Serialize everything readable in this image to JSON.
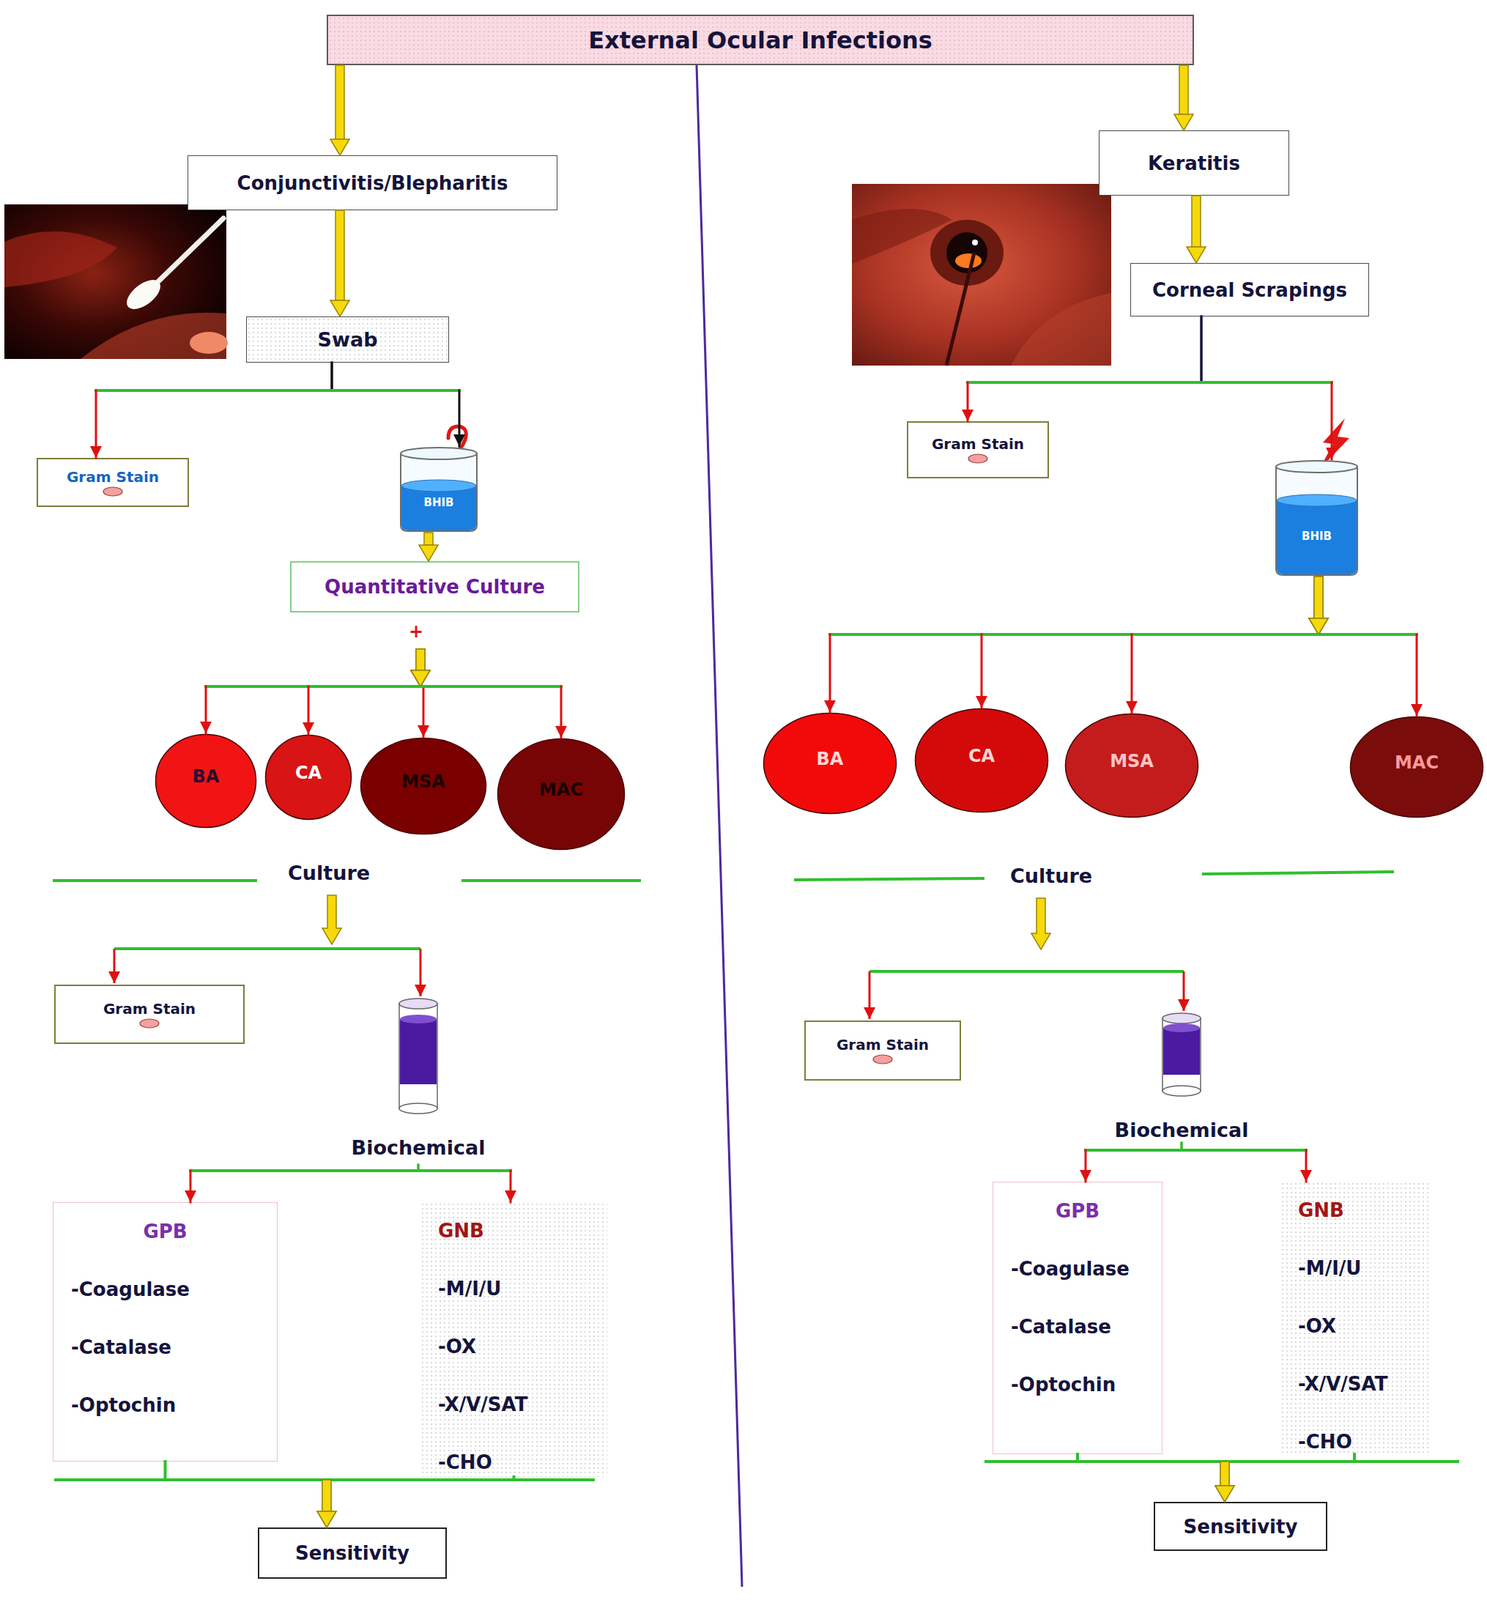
{
  "diagram": {
    "nodes": [
      {
        "text": [
          "External Ocular Infections"
        ]
      },
      {
        "text": [
          "Conjunctivitis/Blepharitis"
        ]
      },
      {
        "text": [
          "Keratitis"
        ]
      },
      {
        "text": [
          "Swab"
        ]
      },
      {
        "text": [
          "Corneal Scrapings"
        ]
      },
      {
        "text": [
          "Gram Stain"
        ]
      },
      {
        "text": [
          "BHIB"
        ]
      },
      {
        "text": [
          "Gram Stain"
        ]
      },
      {
        "text": [
          "BHIB"
        ]
      },
      {
        "text": [
          "Quantitative Culture"
        ]
      },
      {
        "text": [
          "BA"
        ]
      },
      {
        "text": [
          "CA"
        ]
      },
      {
        "text": [
          "MSA"
        ]
      },
      {
        "text": [
          "MAC"
        ]
      },
      {
        "text": [
          "BA"
        ]
      },
      {
        "text": [
          "CA"
        ]
      },
      {
        "text": [
          "MSA"
        ]
      },
      {
        "text": [
          "MAC"
        ]
      },
      {
        "text": [
          "Gram Stain"
        ]
      },
      {
        "text": [
          "Biochemical"
        ]
      },
      {
        "text": [
          "GPB",
          "-Coagulase",
          "-Catalase",
          "-Optochin"
        ]
      },
      {
        "text": [
          "GNB",
          "-M/I/U",
          "-OX",
          "-X/V/SAT",
          "-CHO"
        ]
      },
      {
        "text": [
          "Sensitivity"
        ]
      },
      {
        "text": [
          "Gram Stain"
        ]
      },
      {
        "text": [
          "Biochemical"
        ]
      },
      {
        "text": [
          "GPB",
          "-Coagulase",
          "-Catalase",
          "-Optochin"
        ]
      },
      {
        "text": [
          "GNB",
          "-M/I/U",
          "-OX",
          "-X/V/SAT",
          "-CHO"
        ]
      },
      {
        "text": [
          "Sensitivity"
        ]
      }
    ],
    "edges": [
      {
        "from": 0,
        "to": 1,
        "arrow": "to"
      },
      {
        "from": 0,
        "to": 2,
        "arrow": "to"
      },
      {
        "from": 1,
        "to": 3,
        "arrow": "to"
      },
      {
        "from": 2,
        "to": 4,
        "arrow": "to"
      },
      {
        "from": 3,
        "to": 5,
        "arrow": "to"
      },
      {
        "from": 3,
        "to": 6,
        "arrow": "to"
      },
      {
        "from": 4,
        "to": 7,
        "arrow": "to"
      },
      {
        "from": 4,
        "to": 8,
        "arrow": "to"
      },
      {
        "from": 6,
        "to": 9,
        "arrow": "to"
      },
      {
        "from": 9,
        "to": 10,
        "arrow": "to"
      },
      {
        "from": 9,
        "to": 11,
        "arrow": "to"
      },
      {
        "from": 9,
        "to": 12,
        "arrow": "to"
      },
      {
        "from": 9,
        "to": 13,
        "arrow": "to"
      },
      {
        "from": 8,
        "to": 14,
        "arrow": "to"
      },
      {
        "from": 8,
        "to": 15,
        "arrow": "to"
      },
      {
        "from": 8,
        "to": 16,
        "arrow": "to"
      },
      {
        "from": 8,
        "to": 17,
        "arrow": "to"
      },
      {
        "from": 19,
        "to": 20,
        "arrow": "to"
      },
      {
        "from": 19,
        "to": 21,
        "arrow": "to"
      },
      {
        "from": 20,
        "to": 22,
        "arrow": "to"
      },
      {
        "from": 21,
        "to": 22,
        "arrow": "to"
      },
      {
        "from": 24,
        "to": 25,
        "arrow": "to"
      },
      {
        "from": 24,
        "to": 26,
        "arrow": "to"
      },
      {
        "from": 25,
        "to": 27,
        "arrow": "to"
      },
      {
        "from": 26,
        "to": 27,
        "arrow": "to"
      }
    ],
    "labels": [
      "+",
      "Culture",
      "Culture"
    ]
  }
}
